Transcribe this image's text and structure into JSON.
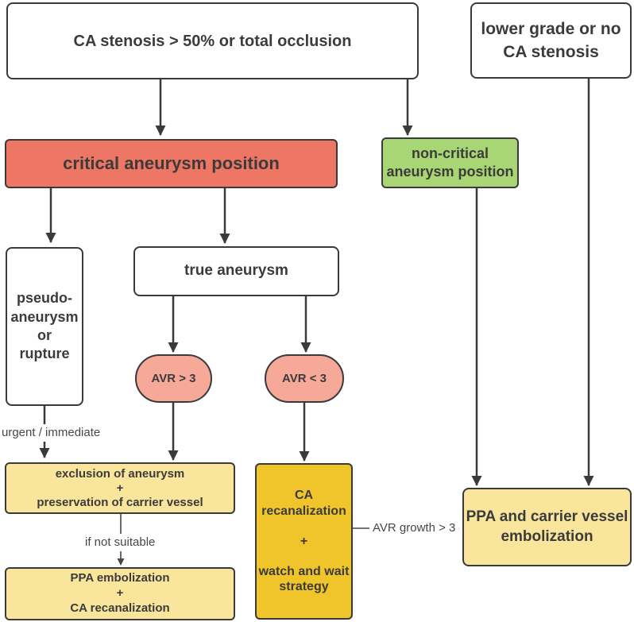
{
  "palette": {
    "critical_fill": "#ee7664",
    "noncritical_fill": "#a8d674",
    "avr_fill": "#f6a999",
    "soft_yellow_fill": "#f9e59b",
    "gold_fill": "#f0c42b",
    "line_color": "#3a3a3a",
    "text_color": "#3b3b3b"
  },
  "nodes": {
    "ca_stenosis": {
      "label": "CA stenosis > 50% or total occlusion"
    },
    "lower_grade": {
      "label": "lower grade or no\nCA stenosis"
    },
    "critical": {
      "label": "critical aneurysm position"
    },
    "non_critical": {
      "label": "non-critical\naneurysm position"
    },
    "pseudo_aneurysm": {
      "label": "pseudo-\naneurysm\nor\nrupture"
    },
    "true_aneurysm": {
      "label": "true aneurysm"
    },
    "avr_gt3": {
      "label": "AVR > 3"
    },
    "avr_lt3": {
      "label": "AVR < 3"
    },
    "exclusion": {
      "label": "exclusion of aneurysm\n+\npreservation of carrier vessel"
    },
    "ppa_embolization": {
      "label": "PPA embolization\n+\nCA recanalization"
    },
    "ca_recanalization": {
      "label": "CA\nrecanalization\n\n+\n\nwatch and wait\nstrategy"
    },
    "ppa_carrier_vessel": {
      "label": "PPA and carrier vessel\nembolization"
    }
  },
  "edge_labels": {
    "urgent": "urgent / immediate",
    "if_not_suitable": "if not suitable",
    "avr_growth": "AVR growth > 3"
  }
}
